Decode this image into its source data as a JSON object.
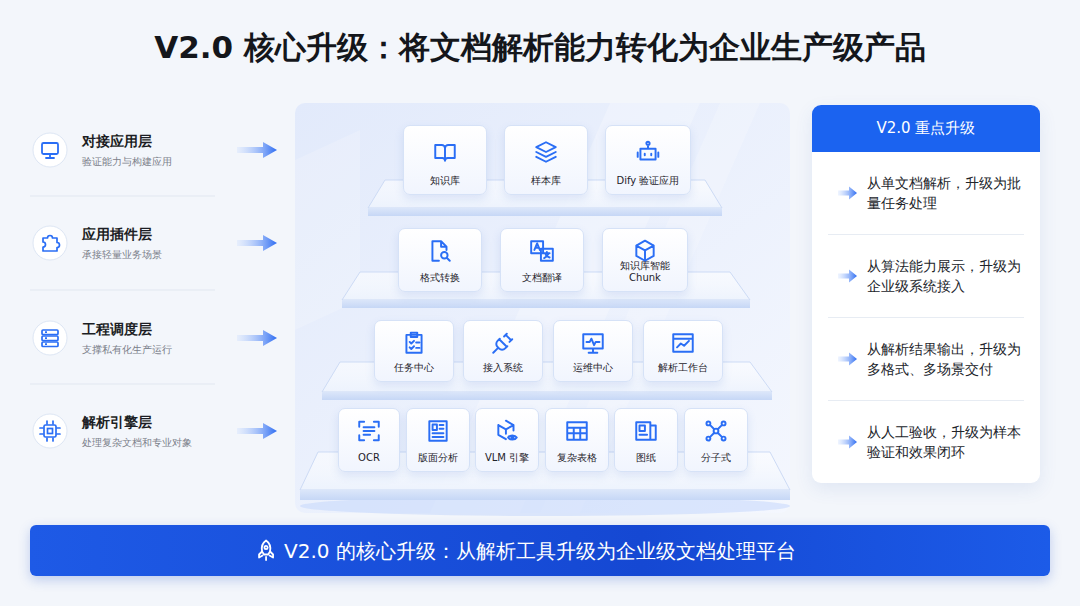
{
  "diagram": {
    "title": "V2.0 核心升级：将文档解析能力转化为企业生产级产品",
    "nodes": [
      {
        "text": [
          "对接应用层",
          "验证能力与构建应用"
        ]
      },
      {
        "text": [
          "应用插件层",
          "承接轻量业务场景"
        ]
      },
      {
        "text": [
          "工程调度层",
          "支撑私有化生产运行"
        ]
      },
      {
        "text": [
          "解析引擎层",
          "处理复杂文档和专业对象"
        ]
      },
      {
        "text": [
          "知识库"
        ]
      },
      {
        "text": [
          "样本库"
        ]
      },
      {
        "text": [
          "Dify 验证应用"
        ]
      },
      {
        "text": [
          "格式转换"
        ]
      },
      {
        "text": [
          "文档翻译"
        ]
      },
      {
        "text": [
          "知识库智能 Chunk"
        ]
      },
      {
        "text": [
          "任务中心"
        ]
      },
      {
        "text": [
          "接入系统"
        ]
      },
      {
        "text": [
          "运维中心"
        ]
      },
      {
        "text": [
          "解析工作台"
        ]
      },
      {
        "text": [
          "OCR"
        ]
      },
      {
        "text": [
          "版面分析"
        ]
      },
      {
        "text": [
          "VLM 引擎"
        ]
      },
      {
        "text": [
          "复杂表格"
        ]
      },
      {
        "text": [
          "图纸"
        ]
      },
      {
        "text": [
          "分子式"
        ]
      },
      {
        "text": [
          "V2.0 重点升级",
          "从单文档解析，升级为批量任务处理",
          "从算法能力展示，升级为企业级系统接入",
          "从解析结果输出，升级为多格式、多场景交付",
          "从人工验收，升级为样本验证和效果闭环"
        ]
      },
      {
        "text": [
          "V2.0 的核心升级：从解析工具升级为企业级文档处理平台"
        ]
      }
    ]
  }
}
